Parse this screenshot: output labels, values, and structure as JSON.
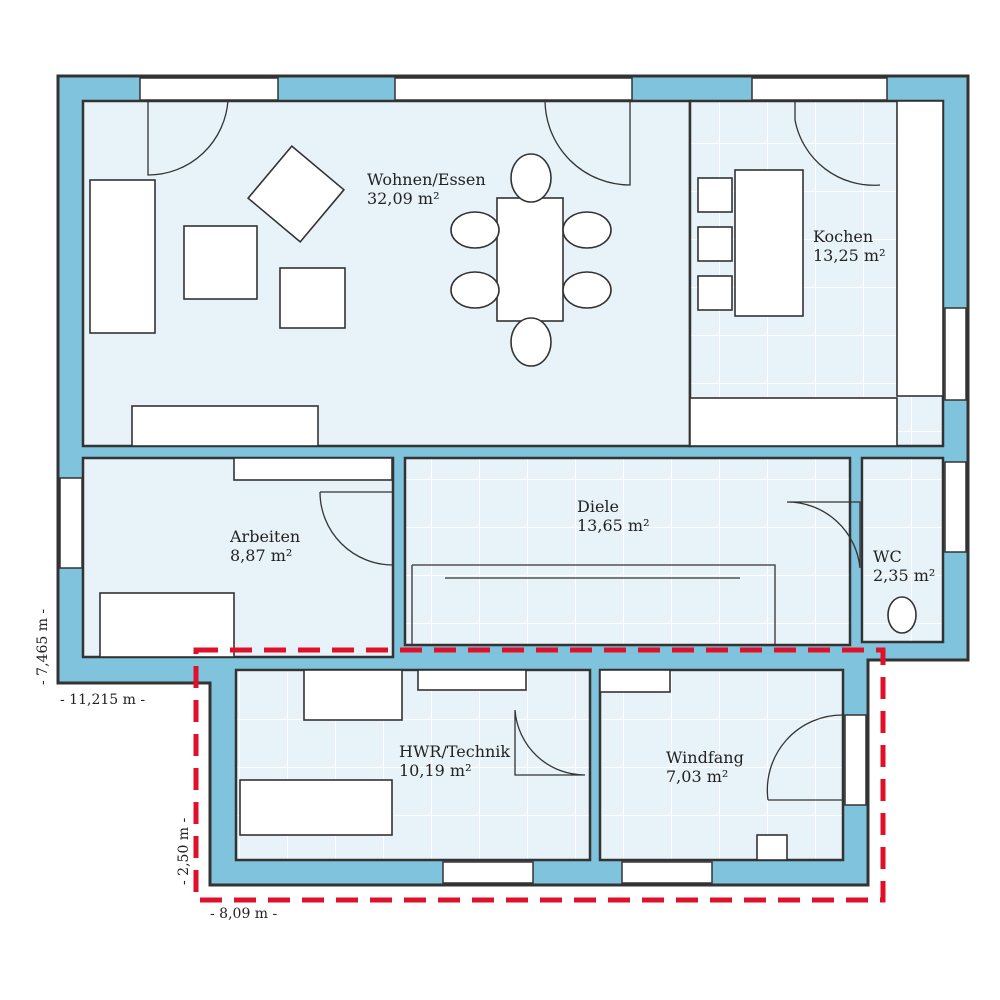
{
  "rooms": {
    "wohnen": {
      "name": "Wohnen/Essen",
      "area": "32,09 m²"
    },
    "kochen": {
      "name": "Kochen",
      "area": "13,25 m²"
    },
    "arbeiten": {
      "name": "Arbeiten",
      "area": "8,87 m²"
    },
    "diele": {
      "name": "Diele",
      "area": "13,65 m²"
    },
    "wc": {
      "name": "WC",
      "area": "2,35 m²"
    },
    "hwr": {
      "name": "HWR/Technik",
      "area": "10,19 m²"
    },
    "windfang": {
      "name": "Windfang",
      "area": "7,03 m²"
    }
  },
  "dimensions": {
    "main_depth": "- 7,465 m -",
    "main_width": "- 11,215 m -",
    "ext_depth": "- 2,50 m -",
    "ext_width": "- 8,09 m -"
  },
  "colors": {
    "wall": "#7fc3dc",
    "room": "#e8f2f9",
    "highlight": "#e0102a"
  }
}
